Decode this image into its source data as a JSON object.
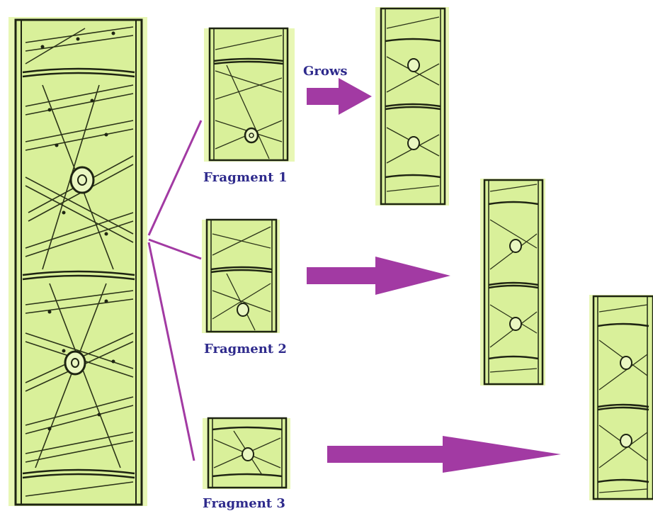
{
  "labels": {
    "grows": "Grows",
    "fragment_1": "Fragment 1",
    "fragment_2": "Fragment 2",
    "fragment_3": "Fragment 3"
  },
  "colors": {
    "cell_fill": "#d9f09a",
    "cell_background": "#e8f7b5",
    "ink": "#1e2412",
    "arrow": "#a23aa3",
    "connector": "#a23aa3",
    "label_text": "#2e2a8c"
  },
  "icons": {
    "filament": "spirogyra-filament-icon",
    "arrow": "right-arrow-icon"
  }
}
